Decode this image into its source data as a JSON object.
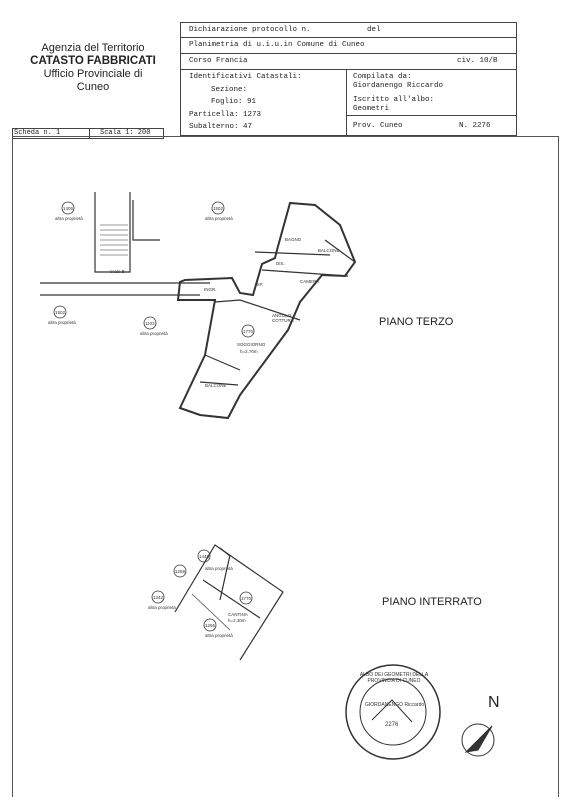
{
  "agency": {
    "line1": "Agenzia del Territorio",
    "line2": "CATASTO FABBRICATI",
    "line3": "Ufficio Provinciale di",
    "line4": "Cuneo"
  },
  "header": {
    "protocol_label": "Dichiarazione protocollo n.",
    "protocol_del": "del",
    "planimetria": "Planimetria di u.i.u.in Comune di Cuneo",
    "address": "Corso Francia",
    "civ": "civ. 10/B",
    "ident_title": "Identificativi Catastali:",
    "sezione": "Sezione:",
    "foglio": "Foglio: 91",
    "particella": "Particella: 1273",
    "subalterno": "Subalterno: 47",
    "compilata": "Compilata da:",
    "compiler": "Giordanengo Riccardo",
    "iscritto": "Iscritto all'albo:",
    "albo": "Geometri",
    "prov": "Prov. Cuneo",
    "num": "N. 2276"
  },
  "scheda": {
    "label": "Scheda n. 1",
    "scale": "Scala 1: 200"
  },
  "plan_top": {
    "level": "PIANO TERZO",
    "rooms": {
      "bagno": "BAGNO",
      "balcone1": "BALCONE",
      "camera": "CAMERA",
      "dis": "DIS.",
      "rip": "RIP.",
      "ingr": "INGR.",
      "angolo": "ANGOLO COTTURA",
      "soggiorno": "SOGGIORNO",
      "height": "h=2.70m",
      "balcone2": "BALCONE",
      "scala": "scala B"
    },
    "neighbors": [
      "1405",
      "1502",
      "1502",
      "1103",
      "1770"
    ],
    "altra": "altra proprietà"
  },
  "plan_bottom": {
    "level": "PIANO INTERRATO",
    "cantina": "CANTINA",
    "cantina_h": "h=2.30m",
    "neighbors": [
      "1269",
      "1448",
      "1342",
      "1770",
      "1266"
    ],
    "altra": "altra proprietà"
  },
  "stamp": {
    "ring": "ALBO DEI GEOMETRI DELLA PROVINCIA DI CUNEO",
    "name": "GIORDANENGO Riccardo",
    "num": "2276"
  },
  "north": "N"
}
